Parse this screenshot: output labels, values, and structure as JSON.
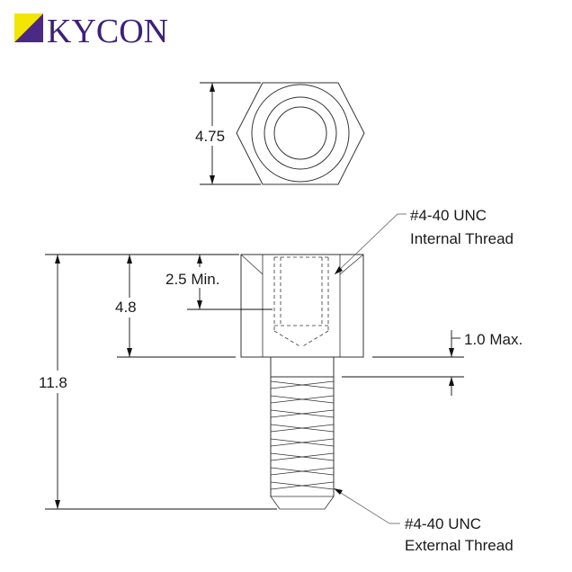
{
  "brand": {
    "name": "KYCON",
    "colors": {
      "purple": "#3d1f7a",
      "yellow": "#f2e600",
      "mark_purple": "#4b2a86"
    }
  },
  "drawing": {
    "hex_width": "4.75",
    "internal_thread": {
      "line1": "#4-40 UNC",
      "line2": "Internal Thread"
    },
    "thread_depth": "2.5 Min.",
    "body_height": "4.8",
    "overall_length": "11.8",
    "shoulder": "1.0 Max.",
    "external_thread": {
      "line1": "#4-40 UNC",
      "line2": "External Thread"
    }
  }
}
